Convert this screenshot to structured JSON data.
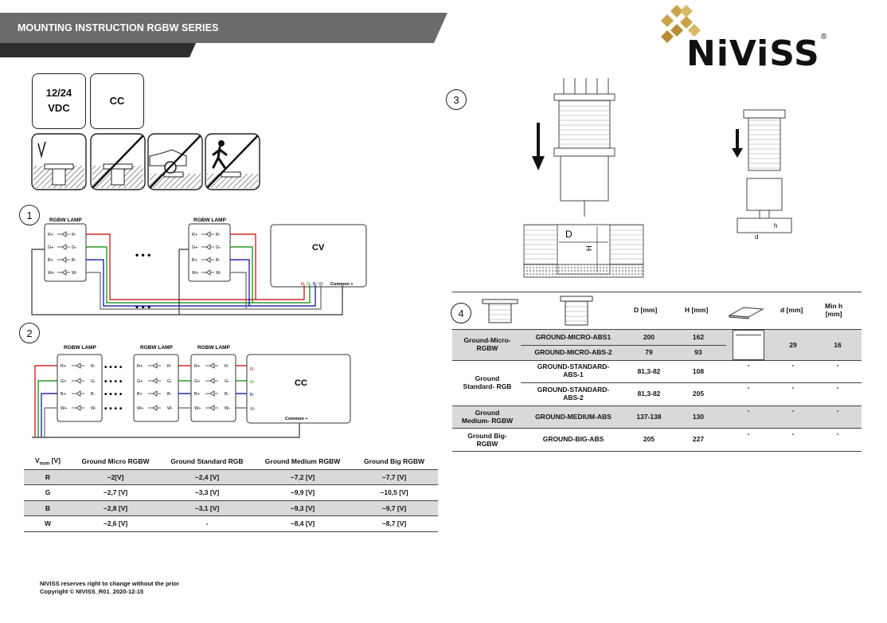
{
  "header": {
    "title": "MOUNTING INSTRUCTION RGBW SERIES"
  },
  "brand": {
    "name": "NiViSS",
    "reg": "®"
  },
  "spec_boxes": {
    "voltage": "12/24\nVDC",
    "current": "CC"
  },
  "icons": [
    "walk-over-ok-icon",
    "no-drive-over-icon",
    "no-car-icon",
    "pedestrian-no-icon"
  ],
  "step_numbers": {
    "s1": "1",
    "s2": "2",
    "s3": "3",
    "s4": "4"
  },
  "diagram1": {
    "lamp_label": "RGBW LAMP",
    "driver": "CV",
    "pins_left": [
      "R+",
      "G+",
      "B+",
      "W+"
    ],
    "pins_right": [
      "R-",
      "G-",
      "B-",
      "W-"
    ],
    "terminals": [
      "R-",
      "G-",
      "B-",
      "W-"
    ],
    "common": "Common +",
    "dots": "• • •"
  },
  "diagram2": {
    "lamp_label": "RGBW LAMP",
    "driver": "CC",
    "pins_left": [
      "R+",
      "G+",
      "B+",
      "W+"
    ],
    "pins_right": [
      "R-",
      "G-",
      "B-",
      "W-"
    ],
    "terminals": [
      "R-",
      "G-",
      "B-",
      "W-"
    ],
    "common": "Common +",
    "vnom": "Vnom [V]"
  },
  "voltage_table": {
    "headers": [
      "Vnom [V]",
      "Ground Micro RGBW",
      "Ground Standard RGB",
      "Ground Medium RGBW",
      "Ground Big RGBW"
    ],
    "rows": [
      [
        "R",
        "~2[V]",
        "~2,4 [V]",
        "~7,2 [V]",
        "~7,7 [V]"
      ],
      [
        "G",
        "~2,7 [V]",
        "~3,3 [V]",
        "~9,9 [V]",
        "~10,5 [V]"
      ],
      [
        "B",
        "~2,8 [V]",
        "~3,1 [V]",
        "~9,3 [V]",
        "~9,7 [V]"
      ],
      [
        "W",
        "~2,6 [V]",
        "-",
        "~8,4 [V]",
        "~8,7 [V]"
      ]
    ]
  },
  "mount_diagram": {
    "D": "D",
    "H": "H",
    "d": "d",
    "h": "h"
  },
  "product_table": {
    "col_D": "D [mm]",
    "col_H": "H [mm]",
    "col_d": "d [mm]",
    "col_minh": "Min h\n[mm]",
    "groups": [
      {
        "name": "Ground-Micro-\nRGBW",
        "rows": [
          {
            "model": "GROUND-MICRO-ABS1",
            "D": "200",
            "H": "162"
          },
          {
            "model": "GROUND-MICRO-ABS-2",
            "D": "79",
            "H": "93"
          }
        ],
        "d": "29",
        "minh": "16"
      },
      {
        "name": "Ground\nStandard- RGB",
        "rows": [
          {
            "model": "GROUND-STANDARD-\nABS-1",
            "D": "81,3-82",
            "H": "108"
          },
          {
            "model": "GROUND-STANDARD-\nABS-2",
            "D": "81,3-82",
            "H": "205"
          }
        ],
        "d": "-",
        "minh": "-"
      },
      {
        "name": "Ground\nMedium- RGBW",
        "rows": [
          {
            "model": "GROUND-MEDIUM-ABS",
            "D": "137-138",
            "H": "130"
          }
        ],
        "d": "-",
        "minh": "-"
      },
      {
        "name": "Ground Big-\nRGBW",
        "rows": [
          {
            "model": "GROUND-BIG-ABS",
            "D": "205",
            "H": "227"
          }
        ],
        "d": "-",
        "minh": "-"
      }
    ]
  },
  "footer": {
    "line1": "NIVISS reserves right to change without the prior",
    "line2": "Copyright © NIVISS_R01_2020-12-15"
  }
}
